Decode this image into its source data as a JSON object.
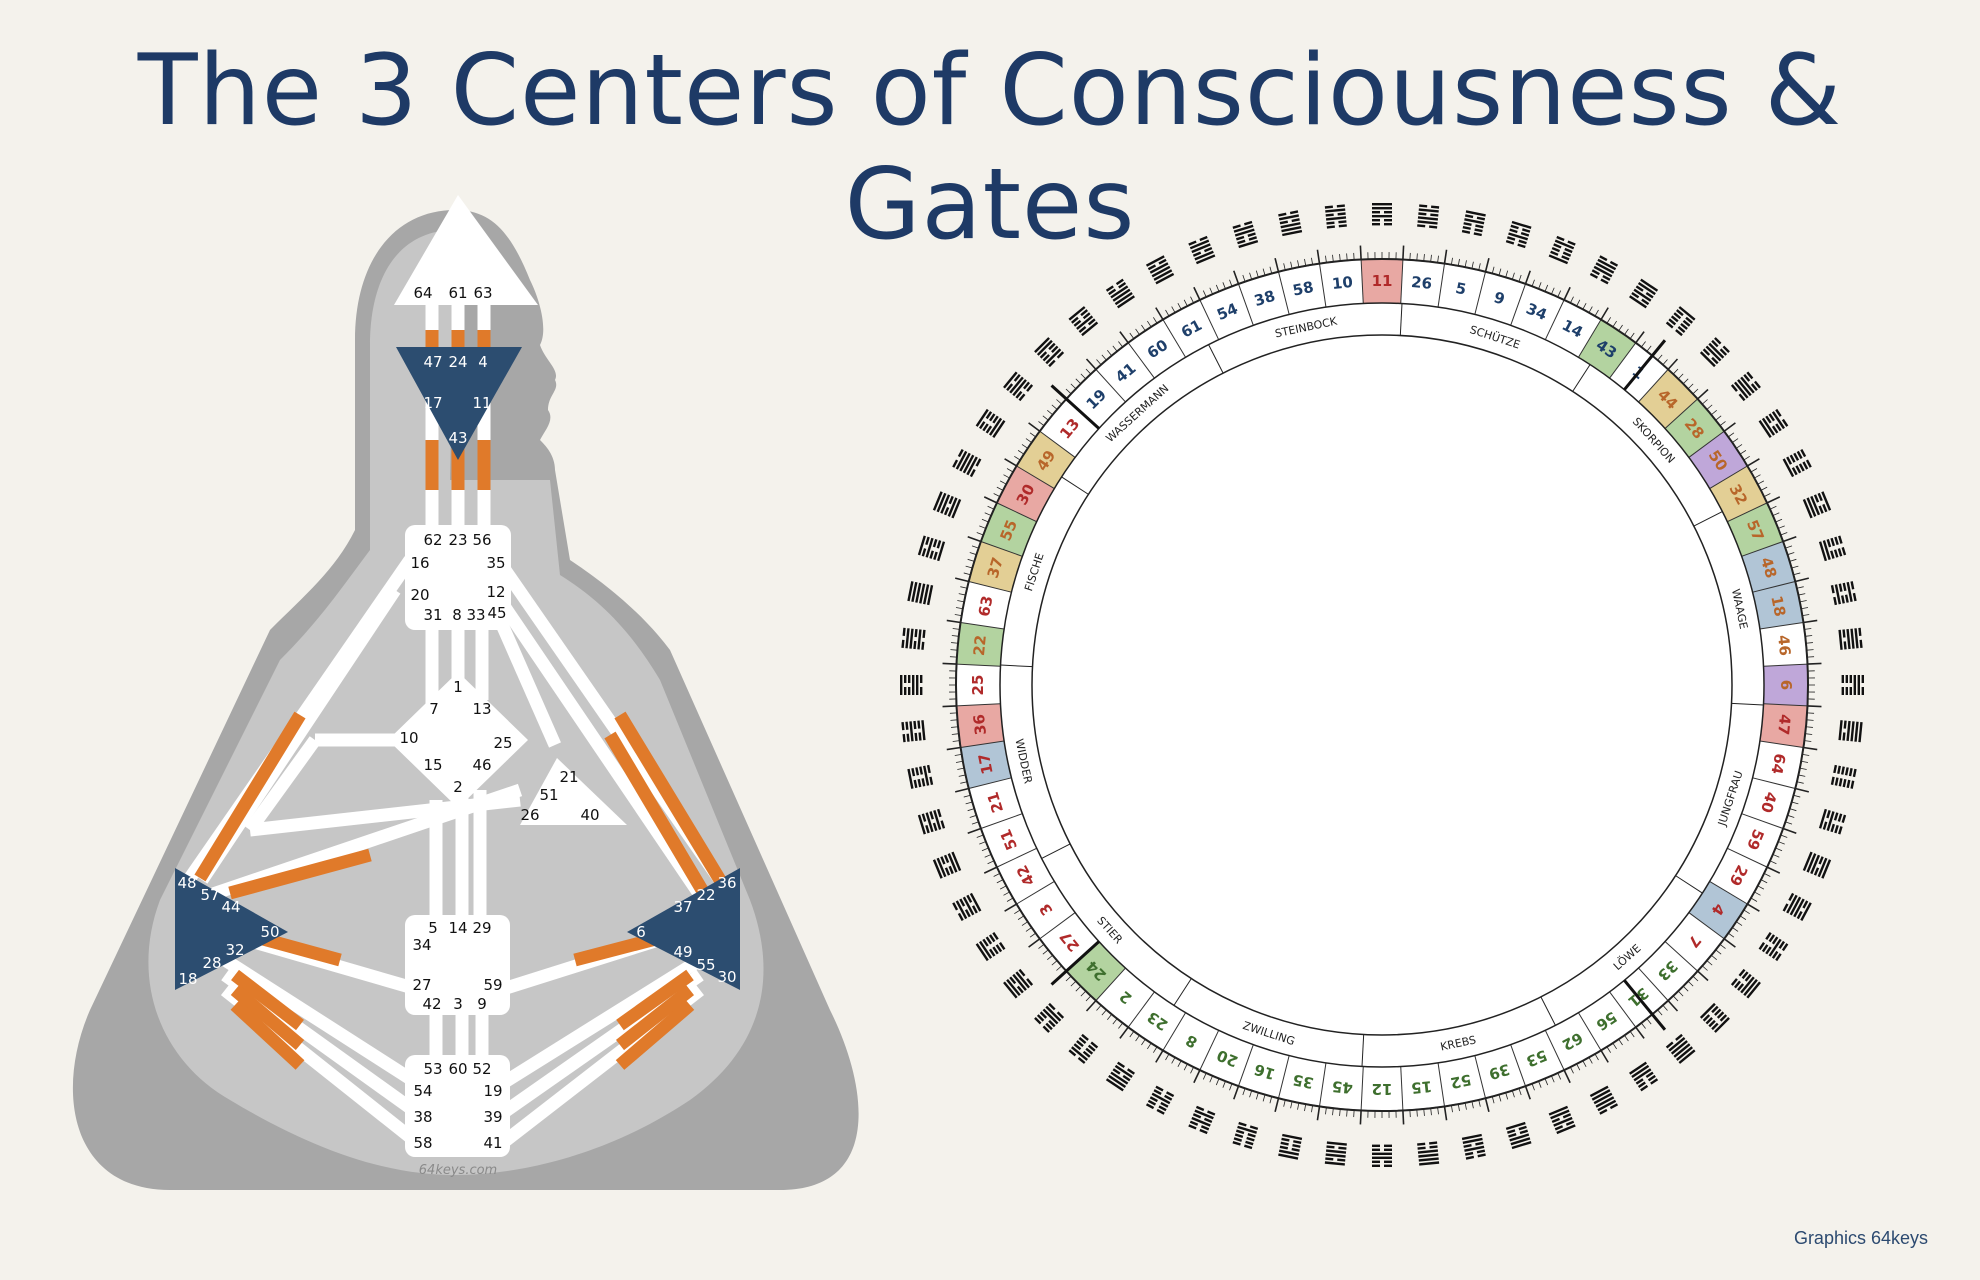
{
  "title": "The 3 Centers of Consciousness & Gates",
  "credit": "Graphics 64keys",
  "watermark": "64keys.com",
  "colors": {
    "title": "#1e3a66",
    "center_dark": "#2c4d70",
    "channel_orange": "#e07a2a",
    "red": "#e8a8a3",
    "yellow": "#e3cf95",
    "green": "#b3d3a0",
    "purple": "#bfa7d9",
    "blue": "#b1c5d6",
    "num_red": "#b02a2a",
    "num_orange": "#b8662a",
    "num_green": "#3e6f2e",
    "num_blue": "#1e3f6a"
  },
  "bodygraph": {
    "head": [
      "64",
      "61",
      "63"
    ],
    "ajna": [
      "47",
      "24",
      "4",
      "17",
      "11",
      "43"
    ],
    "throat": [
      "62",
      "23",
      "56",
      "16",
      "35",
      "20",
      "12",
      "31",
      "8",
      "33",
      "45"
    ],
    "g": [
      "1",
      "7",
      "13",
      "10",
      "25",
      "15",
      "46",
      "2"
    ],
    "ego": [
      "21",
      "51",
      "26",
      "40"
    ],
    "spleen": [
      "48",
      "57",
      "44",
      "50",
      "32",
      "28",
      "18"
    ],
    "solar": [
      "36",
      "22",
      "37",
      "6",
      "49",
      "55",
      "30"
    ],
    "sacral": [
      "5",
      "14",
      "29",
      "34",
      "27",
      "59",
      "42",
      "3",
      "9"
    ],
    "root": [
      "53",
      "60",
      "52",
      "54",
      "19",
      "38",
      "39",
      "58",
      "41"
    ]
  },
  "wheel": {
    "gates": [
      "11",
      "26",
      "5",
      "9",
      "34",
      "14",
      "43",
      "1",
      "44",
      "28",
      "50",
      "32",
      "57",
      "48",
      "18",
      "46",
      "6",
      "47",
      "64",
      "40",
      "59",
      "29",
      "4",
      "7",
      "33",
      "31",
      "56",
      "62",
      "53",
      "39",
      "52",
      "15",
      "12",
      "45",
      "35",
      "16",
      "20",
      "8",
      "23",
      "2",
      "24",
      "27",
      "3",
      "42",
      "51",
      "21",
      "17",
      "36",
      "25",
      "22",
      "63",
      "37",
      "55",
      "30",
      "49",
      "13",
      "19",
      "41",
      "60",
      "61",
      "54",
      "38",
      "58",
      "10"
    ],
    "highlights": {
      "11": "red",
      "43": "green",
      "44": "yellow",
      "28": "green",
      "50": "purple",
      "32": "yellow",
      "57": "green",
      "48": "blue",
      "18": "blue",
      "6": "purple",
      "47": "red",
      "4": "blue",
      "24": "green",
      "17": "blue",
      "36": "red",
      "22": "green",
      "37": "yellow",
      "55": "green",
      "30": "red",
      "49": "yellow"
    },
    "number_colors": {
      "red": [
        "11",
        "47",
        "64",
        "40",
        "59",
        "29",
        "4",
        "7",
        "27",
        "3",
        "42",
        "51",
        "21",
        "17",
        "36",
        "25",
        "63",
        "30",
        "13"
      ],
      "orange": [
        "44",
        "28",
        "50",
        "32",
        "57",
        "48",
        "18",
        "46",
        "6",
        "37",
        "49",
        "55",
        "22"
      ],
      "green": [
        "33",
        "31",
        "56",
        "62",
        "53",
        "39",
        "52",
        "15",
        "12",
        "45",
        "35",
        "16",
        "20",
        "8",
        "23",
        "2",
        "24"
      ],
      "blue": [
        "43",
        "1",
        "19",
        "41",
        "60",
        "61",
        "54",
        "38",
        "58",
        "10",
        "26",
        "5",
        "9",
        "34",
        "14"
      ]
    },
    "signs": [
      "SCHÜTZE",
      "SKORPION",
      "WAAGE",
      "JUNGFRAU",
      "LÖWE",
      "KREBS",
      "ZWILLING",
      "STIER",
      "WIDDER",
      "FISCHE",
      "WASSERMANN",
      "STEINBOCK"
    ]
  }
}
